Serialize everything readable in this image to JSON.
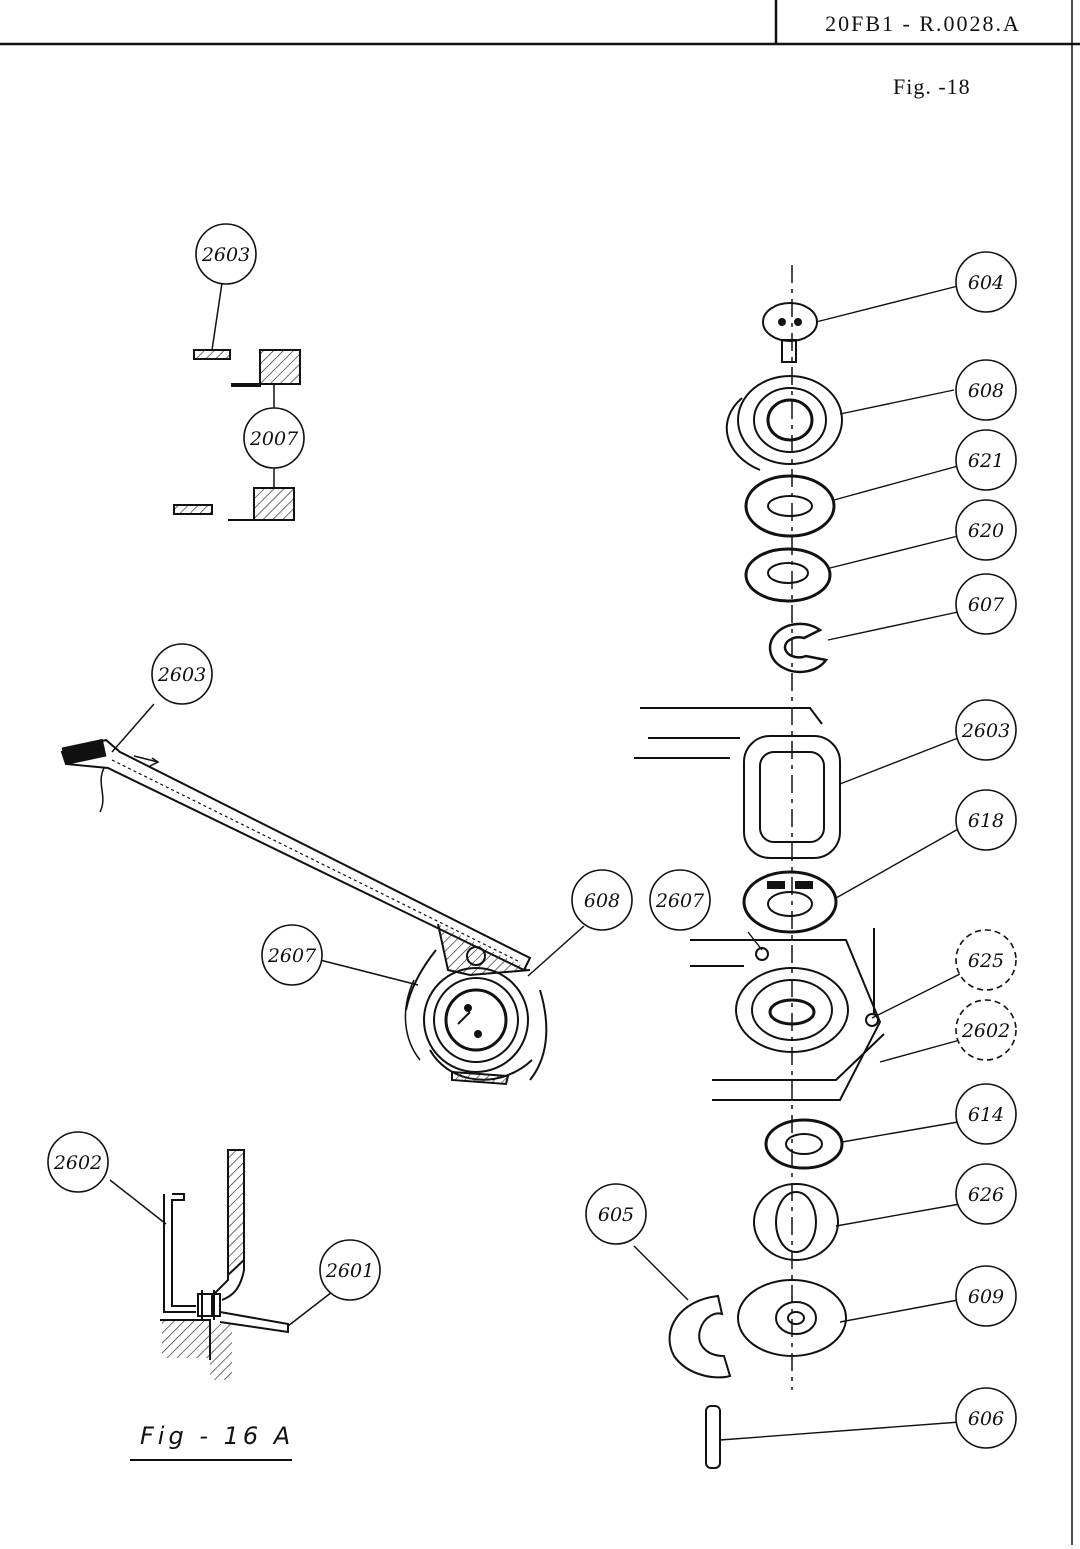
{
  "header": {
    "document_id": "20FB1 - R.0028.A",
    "figure_number": "Fig. -18"
  },
  "figure_caption": "Fig - 16 A",
  "callouts": {
    "c_604": "604",
    "c_608_right": "608",
    "c_621": "621",
    "c_620": "620",
    "c_607": "607",
    "c_2603_right": "2603",
    "c_618": "618",
    "c_2607_mid": "2607",
    "c_625": "625",
    "c_2602_right": "2602",
    "c_614": "614",
    "c_626": "626",
    "c_609": "609",
    "c_606": "606",
    "c_605": "605",
    "c_2603_top": "2603",
    "c_2007": "2007",
    "c_2603_left": "2603",
    "c_608_left": "608",
    "c_2607_left": "2607",
    "c_2602_left": "2602",
    "c_2601": "2601"
  }
}
